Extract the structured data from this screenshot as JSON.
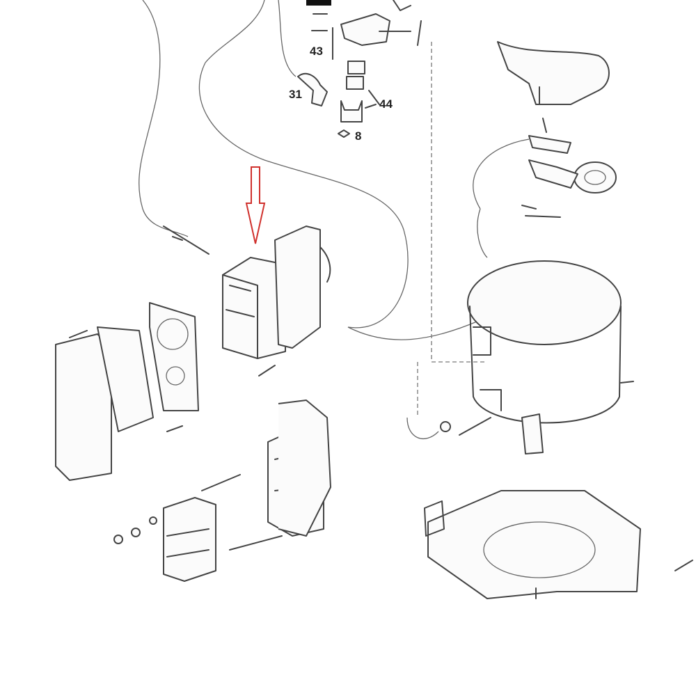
{
  "diagram": {
    "callouts": [
      {
        "id": "43",
        "text": "43"
      },
      {
        "id": "31",
        "text": "31"
      },
      {
        "id": "44",
        "text": "44"
      },
      {
        "id": "8",
        "text": "8"
      }
    ],
    "arrow_color": "#d0312d"
  }
}
